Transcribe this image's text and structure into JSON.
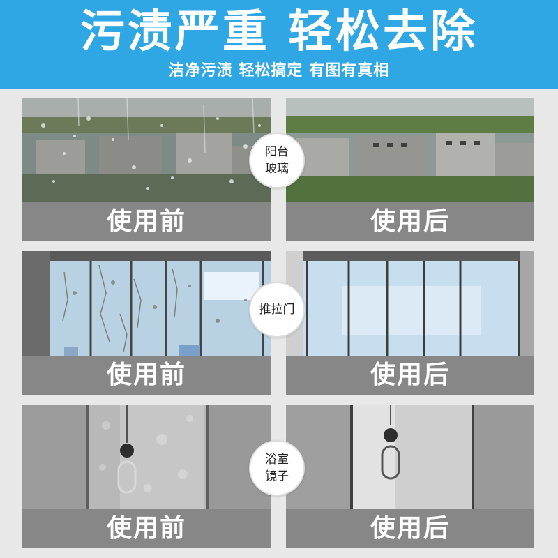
{
  "header": {
    "title": "污渍严重 轻松去除",
    "subtitle": "洁净污渍 轻松搞定 有图有真相"
  },
  "rows": [
    {
      "scene_lines": [
        "阳台",
        "玻璃"
      ],
      "before_label": "使用前",
      "after_label": "使用后"
    },
    {
      "scene_lines": [
        "推拉门"
      ],
      "before_label": "使用前",
      "after_label": "使用后"
    },
    {
      "scene_lines": [
        "浴室",
        "镜子"
      ],
      "before_label": "使用前",
      "after_label": "使用后"
    }
  ],
  "colors": {
    "header_bg": "#2fa7e4",
    "label_bg": "#878787",
    "page_bg": "#e8e8e8"
  }
}
